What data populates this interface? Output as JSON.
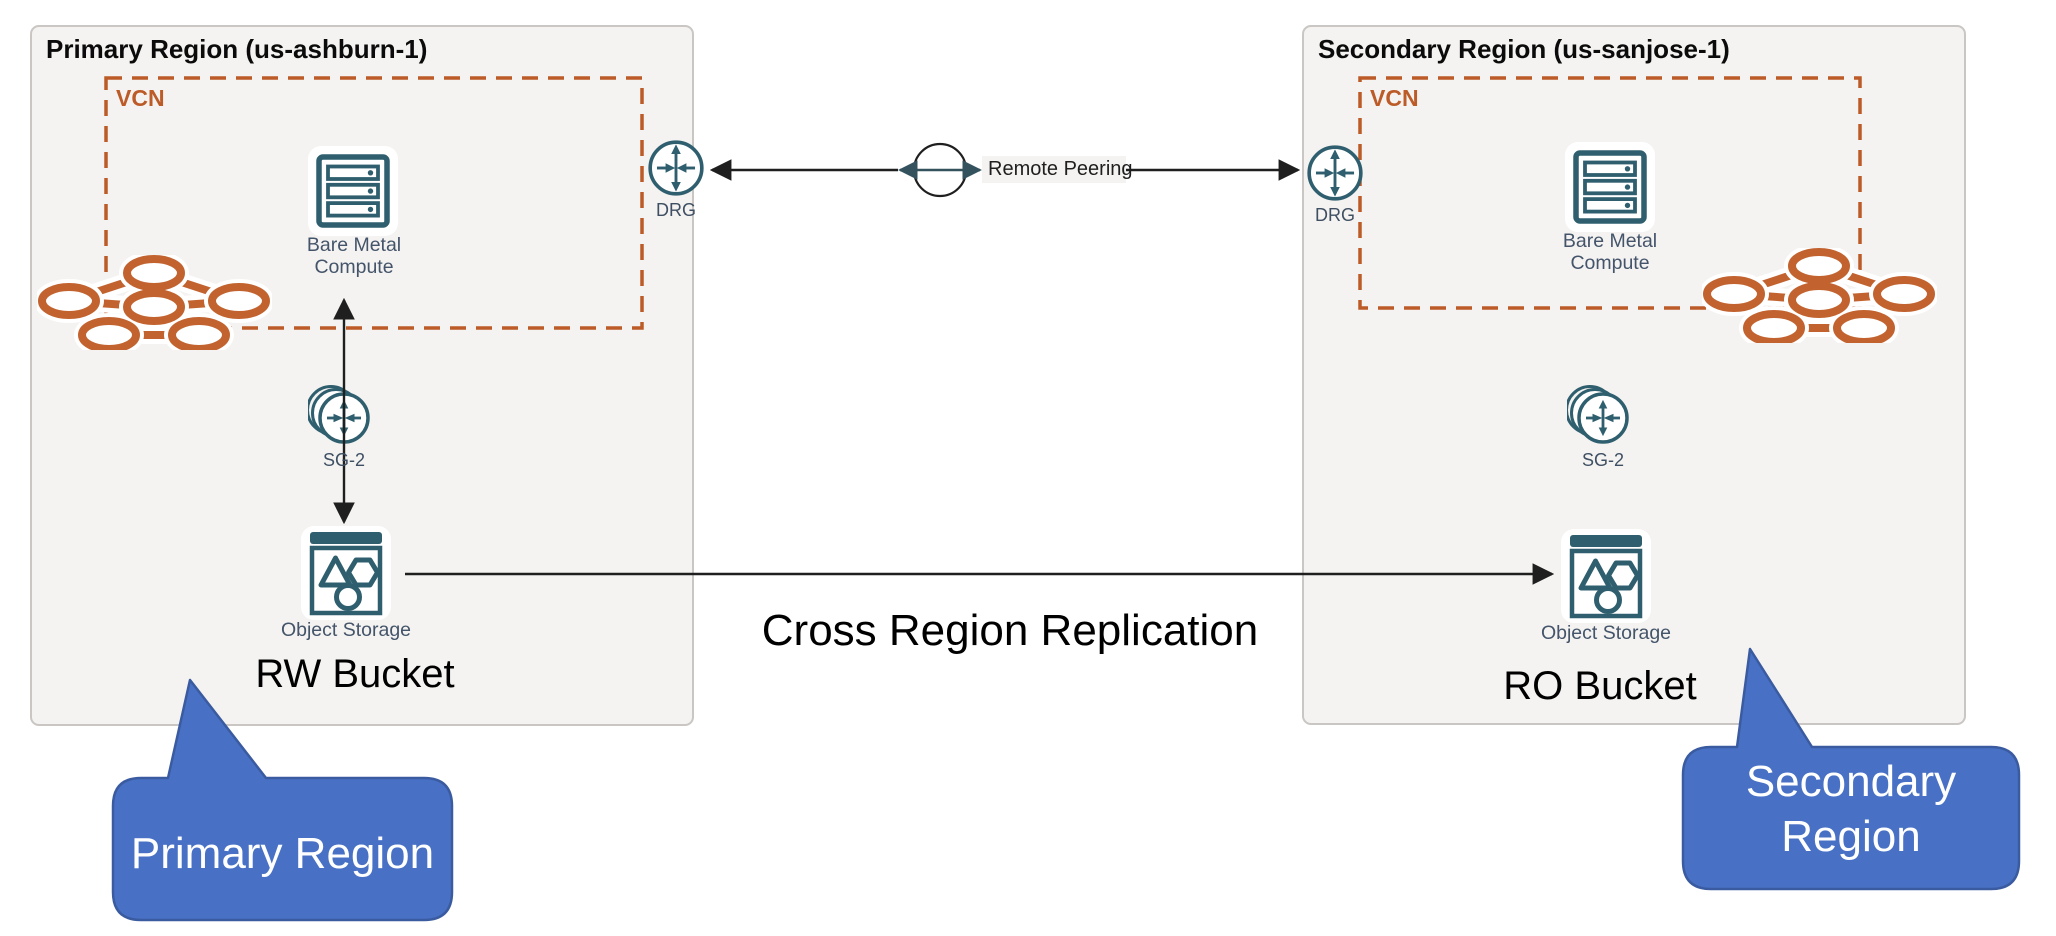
{
  "colors": {
    "region_fill": "#F4F3F1",
    "region_border": "#C9C6C3",
    "vcn_orange": "#BC5B27",
    "icon_teal": "#2F5F6E",
    "caption_blue_gray": "#44546A",
    "cluster_orange": "#C2632F",
    "callout_fill": "#4871C5",
    "callout_border": "#3A5BA0",
    "arrow_black": "#1F1F1F"
  },
  "primary_region": {
    "title": "Primary Region (us-ashburn-1)",
    "vcn_label": "VCN",
    "compute_line1": "Bare Metal",
    "compute_line2": "Compute",
    "drg_label": "DRG",
    "service_gateway_label": "SG-2",
    "object_storage_label": "Object Storage",
    "bucket_label": "RW Bucket",
    "callout_text": "Primary Region"
  },
  "secondary_region": {
    "title": "Secondary Region (us-sanjose-1)",
    "vcn_label": "VCN",
    "compute_line1": "Bare Metal",
    "compute_line2": "Compute",
    "drg_label": "DRG",
    "service_gateway_label": "SG-2",
    "object_storage_label": "Object Storage",
    "bucket_label": "RO Bucket",
    "callout_text": "Secondary Region"
  },
  "connections": {
    "remote_peering_label": "Remote Peering",
    "cross_region_label": "Cross Region Replication"
  }
}
